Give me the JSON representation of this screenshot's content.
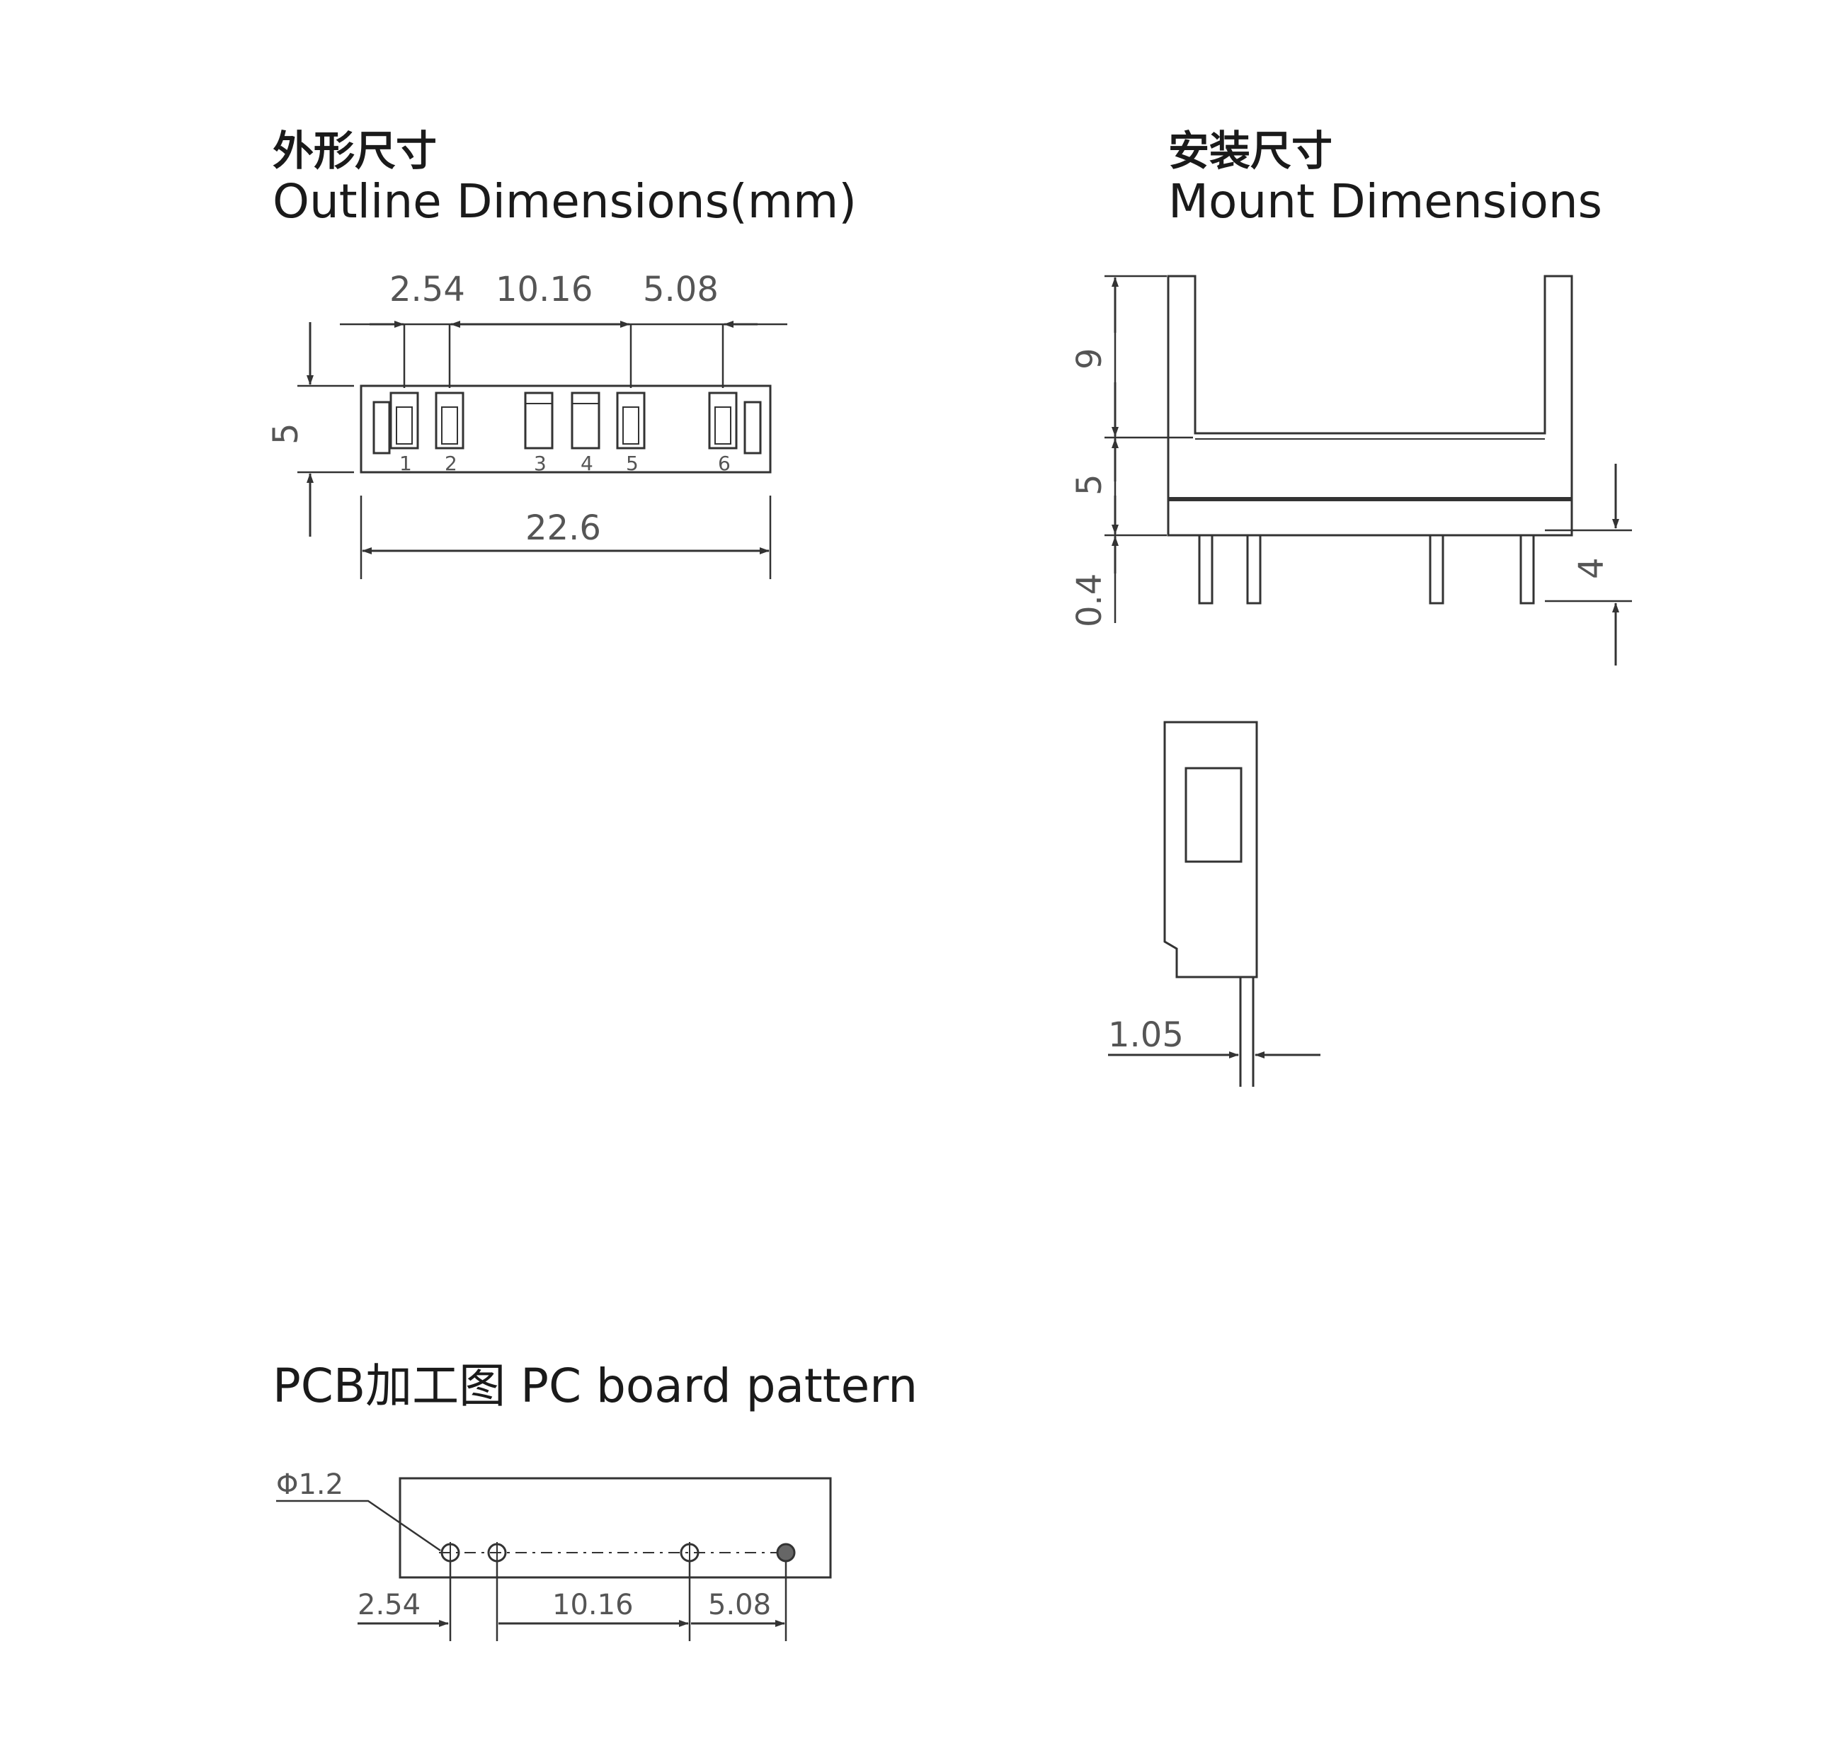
{
  "outline": {
    "title_cn": "外形尺寸",
    "title_en": "Outline Dimensions(mm)",
    "dim_pitch": "2.54",
    "dim_span": "10.16",
    "dim_end": "5.08",
    "dim_height": "5",
    "dim_length": "22.6",
    "pin_labels": [
      "1",
      "2",
      "3",
      "4",
      "5",
      "6"
    ]
  },
  "mount": {
    "title_cn": "安装尺寸",
    "title_en": "Mount Dimensions",
    "dim_wall": "9",
    "dim_body": "5",
    "dim_gap": "0.4",
    "dim_pin": "4",
    "dim_thickness": "1.05"
  },
  "pcb": {
    "title": "PCB加工图 PC board pattern",
    "dim_hole": "Φ1.2",
    "dim_pitch": "2.54",
    "dim_span": "10.16",
    "dim_end": "5.08"
  }
}
